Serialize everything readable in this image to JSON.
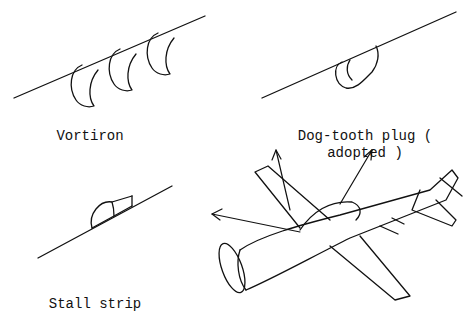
{
  "diagram": {
    "labels": [
      "Vortiron",
      "Dog-tooth plug ( adopted )",
      "Stall strip"
    ]
  }
}
